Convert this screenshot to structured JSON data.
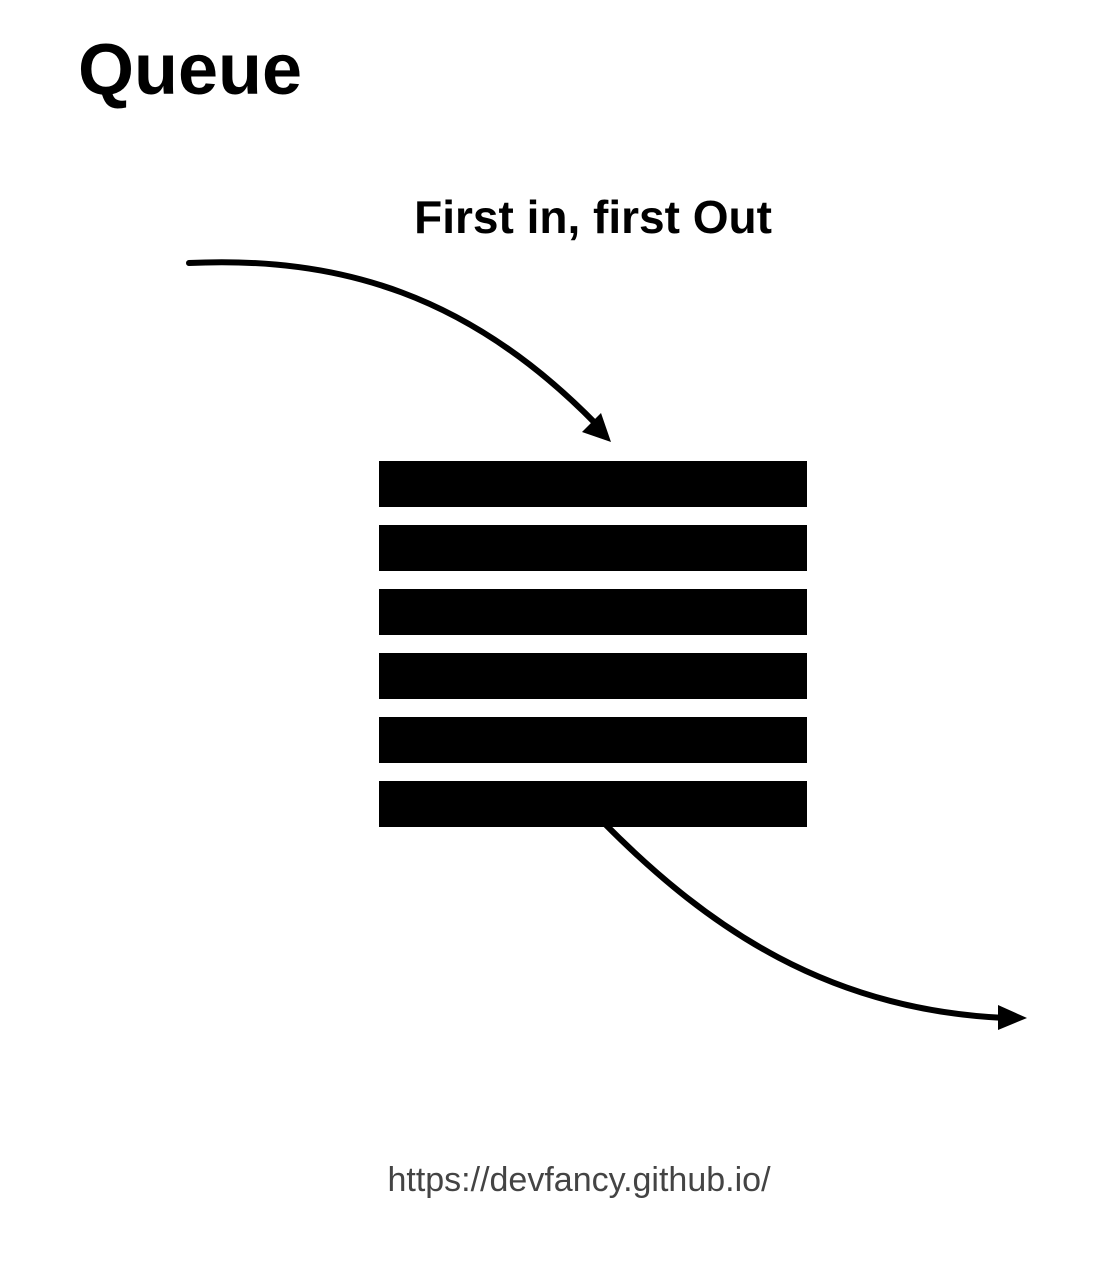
{
  "title": "Queue",
  "subtitle": "First in, first Out",
  "footer_url": "https://devfancy.github.io/",
  "queue": {
    "slot_count": 6,
    "slot_color": "#000000"
  },
  "arrows": {
    "enqueue": "arrow-in-icon",
    "dequeue": "arrow-out-icon",
    "color": "#000000"
  }
}
